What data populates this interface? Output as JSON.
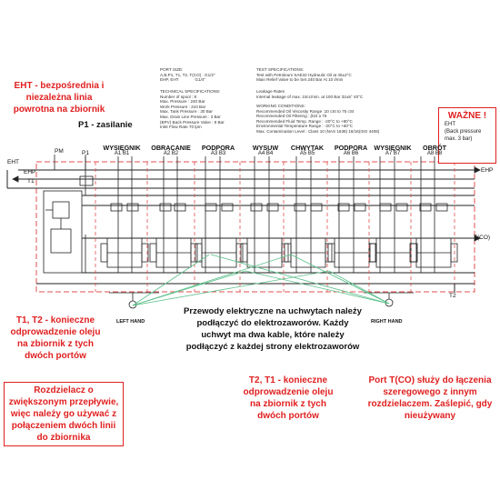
{
  "notes": {
    "eht": "EHT - bezpośrednia i niezależna linia powrotna na zbiornik",
    "p1": "P1 - zasilanie",
    "important_title": "WAŻNE !",
    "important_body": "EHT\n(Back pressure\nmax. 3 bar)",
    "t1t2_left": "T1, T2 - konieczne odprowadzenie oleju na zbiornik z tych dwóch portów",
    "splitter": "Rozdzielacz o zwiększonym przepływie, więc należy go używać z połączeniem dwóch linii do zbiornika",
    "wires": "Przewody elektryczne na uchwytach należy podłączyć do elektrozaworów. Każdy uchwyt ma dwa kable, które należy podłączyć z każdej strony elektrozaworów",
    "t2t1_mid": "T2, T1 - konieczne odprowadzenie oleju na zbiornik z tych dwóch portów",
    "port_tco": "Port T(CO) służy do łączenia szeregowego z innym rozdzielaczem. Zaślepić, gdy nieużywany"
  },
  "specs": {
    "port_size": "PORT SIZE:\nA,B,P1, T1, T2, T(CO) : G1/2\"\nEHP, EHT              G1/4\"",
    "technical": "TECHNICAL SPECIFICATIONS:\nNumber of spool : 8\nMax. Pressure : 240 Bar\nWork Pressure : 210 Bar\nMax. Tank Pressure : 30 Bar\nMax. Drain Line Pressure : 3 Bar\n(BPV) Back Pressure Valve : 9 Bar\nInlet Flow Rate 70 lpm",
    "test": "TEST SPECIFICATIONS:\nTest with Petroleum SAE32 Hydraulic Oil at 40±2°C\nMain Relief Valve to be Set 240 Bar At 10 l/min",
    "leakage": "Leakage Rates\nInternal leakage of max. 10cc/min. at 100 Bar 32±5° 40°C",
    "working": "WORKING CONDITIONS:\nRecommended Oil Viscosity Range :10 cSt to 75 cSt\nRecommended Oil Filtering : β10 ≥ 75\nRecommended Fluid Temp. Range : -20°C to +80°C\nEnvironmental Temperature Range : -20°C to +60°C\nMax. Contamination Level : Class 10 (NAS 1638) 18/16(ISO 4406)"
  },
  "sections": [
    {
      "name": "WYSIĘGNIK",
      "ports": "A1 B1"
    },
    {
      "name": "OBRACANIE",
      "ports": "A2 B2"
    },
    {
      "name": "PODPORA",
      "ports": "A3 B3"
    },
    {
      "name": "WYSUW",
      "ports": "A4 B4"
    },
    {
      "name": "CHWYTAK",
      "ports": "A5 B5"
    },
    {
      "name": "PODPORA",
      "ports": "A6 B6"
    },
    {
      "name": "WYSIĘGNIK",
      "ports": "A7 B7"
    },
    {
      "name": "OBRÓT",
      "ports": "A8 B8"
    }
  ],
  "ports": {
    "eht": "EHT",
    "ehp_left": "EHP",
    "t1": "T1",
    "pm": "PM",
    "p1": "P1",
    "ehp_right": "EHP",
    "tco": "T(CO)",
    "t2": "T2"
  },
  "hands": {
    "left": "LEFT HAND",
    "right": "RIGHT HAND"
  },
  "colors": {
    "annotation": "#e02020",
    "wire": "#5cc08a",
    "line": "#222222"
  }
}
